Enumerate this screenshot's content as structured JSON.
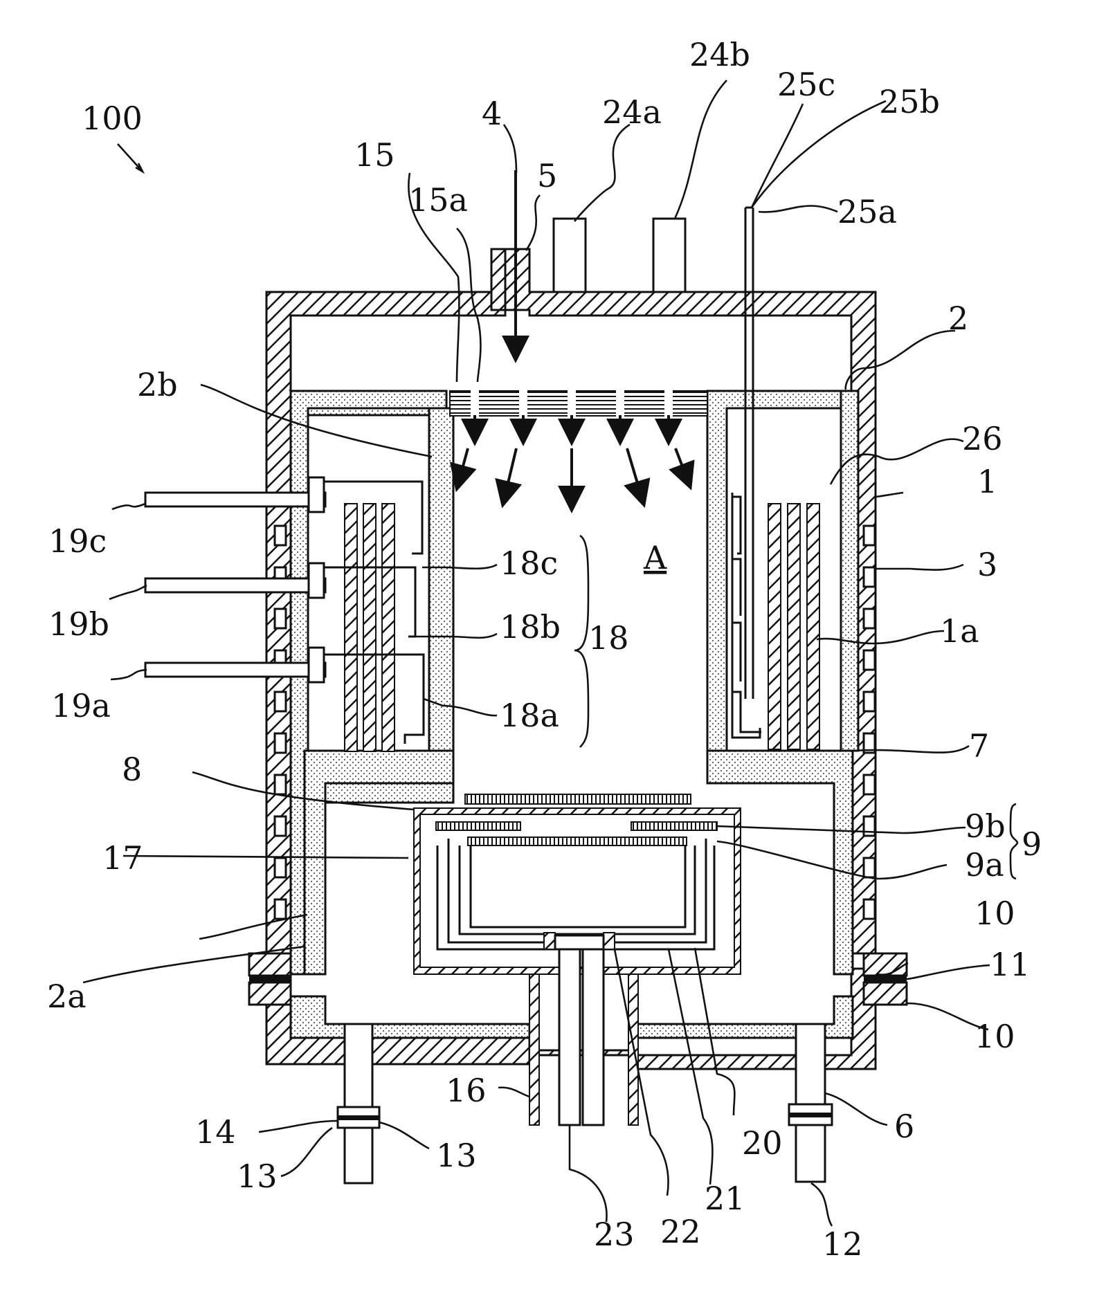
{
  "figure": {
    "ref": "100",
    "region": "A"
  },
  "labels": {
    "l1": "1",
    "l1a": "1a",
    "l2": "2",
    "l2a": "2a",
    "l2b": "2b",
    "l3": "3",
    "l4": "4",
    "l5": "5",
    "l6": "6",
    "l7": "7",
    "l8": "8",
    "l9": "9",
    "l9a": "9a",
    "l9b": "9b",
    "l10top": "10",
    "l10bot": "10",
    "l11": "11",
    "l12": "12",
    "l13a": "13",
    "l13b": "13",
    "l14": "14",
    "l15": "15",
    "l15a": "15a",
    "l16": "16",
    "l17": "17",
    "l18": "18",
    "l18a": "18a",
    "l18b": "18b",
    "l18c": "18c",
    "l19a": "19a",
    "l19b": "19b",
    "l19c": "19c",
    "l20": "20",
    "l21": "21",
    "l22": "22",
    "l23": "23",
    "l24a": "24a",
    "l24b": "24b",
    "l25a": "25a",
    "l25b": "25b",
    "l25c": "25c",
    "l26": "26"
  }
}
